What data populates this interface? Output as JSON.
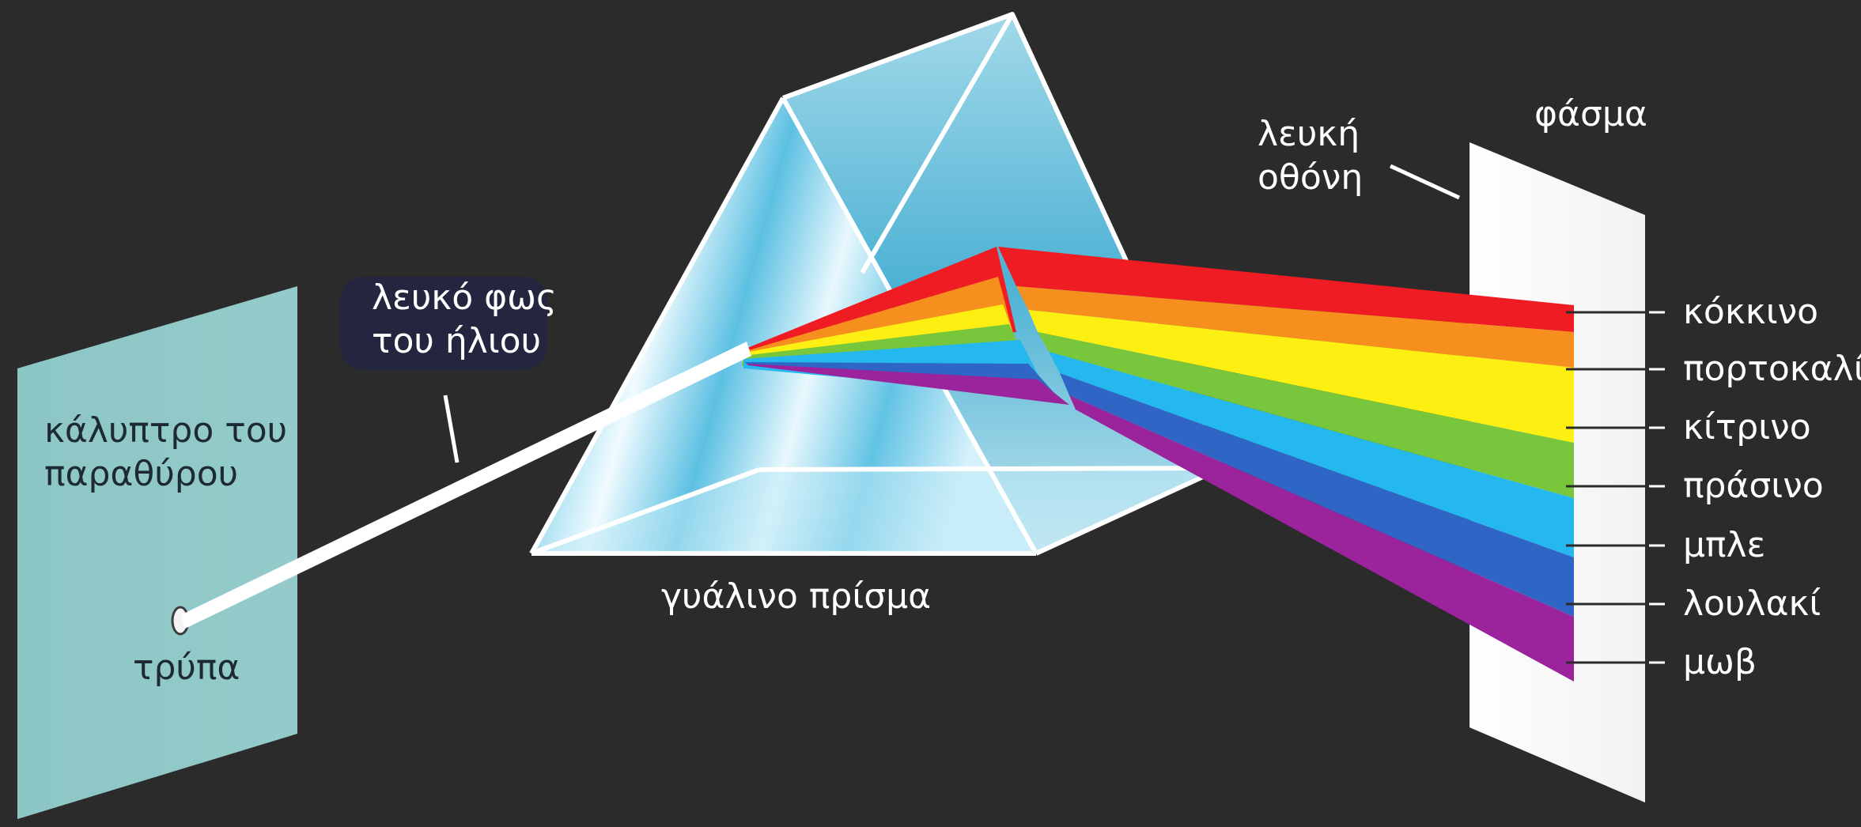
{
  "colors": {
    "background": "#2b2b2b",
    "window_cover": "#8fc7c6",
    "screen": "#ffffff",
    "light_label_bubble": "#24263f",
    "prism_light": "#e6f7fc",
    "prism_dark": "#54bcdf"
  },
  "labels": {
    "window_cover": [
      "κάλυπτρο του",
      "παραθύρου"
    ],
    "hole": "τρύπα",
    "sunlight": [
      "λευκό φως",
      "του ήλιου"
    ],
    "prism": "γυάλινο πρίσμα",
    "white_screen": [
      "λευκή",
      "οθόνη"
    ],
    "spectrum": "φάσμα"
  },
  "spectrum_colors": [
    {
      "name": "κόκκινο",
      "color": "#ef1c24"
    },
    {
      "name": "πορτοκαλί",
      "color": "#f78f1e"
    },
    {
      "name": "κίτρινο",
      "color": "#fcef11"
    },
    {
      "name": "πράσινο",
      "color": "#78c63c"
    },
    {
      "name": "μπλε",
      "color": "#24b8ee"
    },
    {
      "name": "λουλακί",
      "color": "#2f66c6"
    },
    {
      "name": "μωβ",
      "color": "#9b239c"
    }
  ]
}
